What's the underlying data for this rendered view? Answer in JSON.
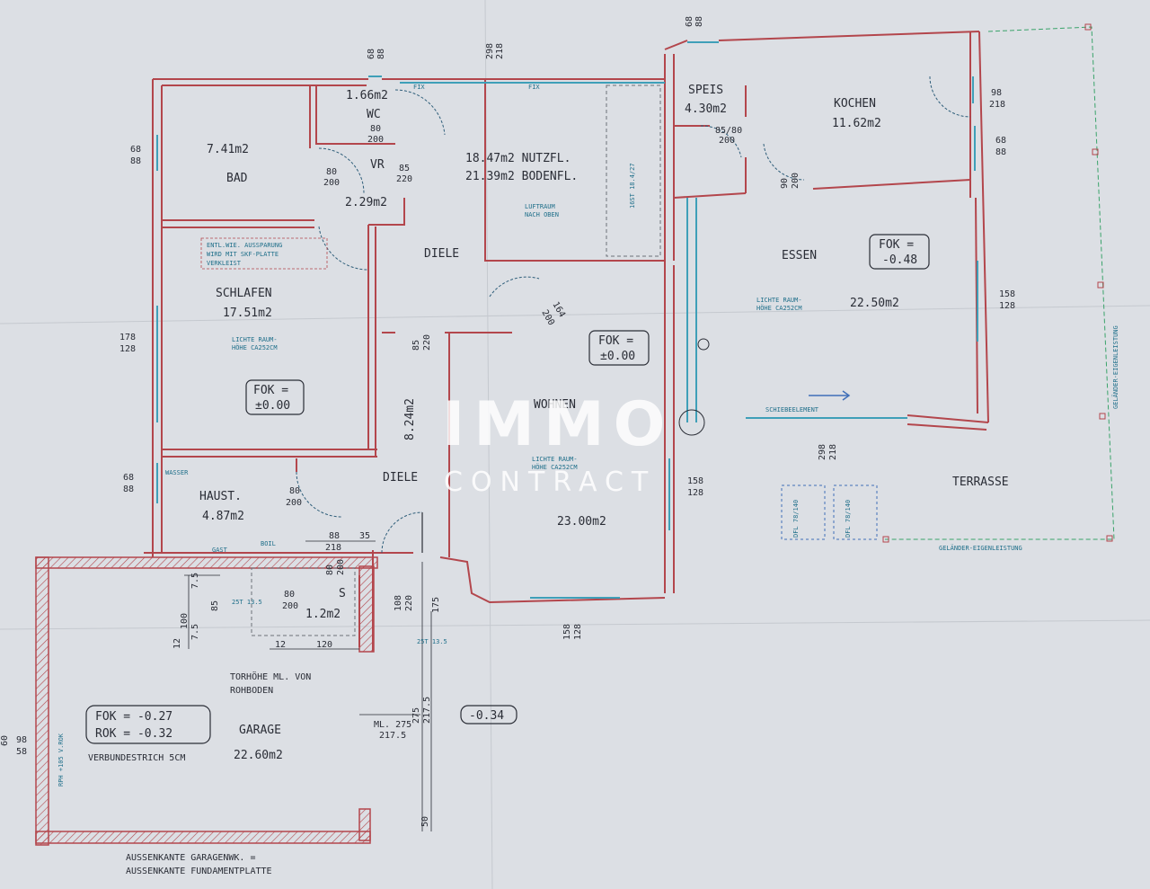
{
  "plan": {
    "rooms": {
      "wc": {
        "name": "WC",
        "area": "1.66m2"
      },
      "bad": {
        "name": "BAD",
        "area": "7.41m2"
      },
      "vr": {
        "name": "VR",
        "area": "2.29m2"
      },
      "nutzfl": "18.47m2 NUTZFL.",
      "bodenfl": "21.39m2 BODENFL.",
      "luftraum": [
        "LUFTRAUM",
        "NACH OBEN"
      ],
      "speis": {
        "name": "SPEIS",
        "area": "4.30m2"
      },
      "kochen": {
        "name": "KOCHEN",
        "area": "11.62m2"
      },
      "essen": {
        "name": "ESSEN",
        "area": "22.50m2"
      },
      "schlafen": {
        "name": "SCHLAFEN",
        "area": "17.51m2"
      },
      "diele_top": "DIELE",
      "diele_bottom": "DIELE",
      "diele_area": "8.24m2",
      "wohnen": {
        "name": "WOHNEN",
        "area": "23.00m2"
      },
      "haust": {
        "name": "HAUST.",
        "area": "4.87m2"
      },
      "s": {
        "name": "S",
        "area": "1.2m2"
      },
      "garage": {
        "name": "GARAGE",
        "area": "22.60m2"
      },
      "terrasse": "TERRASSE"
    },
    "fok_boxes": [
      {
        "line1": "FOK =",
        "line2": "-0.48"
      },
      {
        "line1": "FOK =",
        "line2": "±0.00"
      },
      {
        "line1": "FOK =",
        "line2": "±0.00"
      }
    ],
    "garage_box": {
      "line1": "FOK = -0.27",
      "line2": "ROK = -0.32"
    },
    "level_tag": "-0.34",
    "notes": {
      "entl": [
        "ENTL.WIE. AUSSPARUNG",
        "WIRD MIT SKF-PLATTE",
        "VERKLEIST"
      ],
      "lichte1": [
        "LICHTE RAUM-",
        "HÖHE CA252CM"
      ],
      "lichte2": [
        "LICHTE RAUM-",
        "HÖHE CA252CM"
      ],
      "lichte3": [
        "LICHTE RAUM-",
        "HÖHE CA252CM"
      ],
      "schiebe": "SCHIEBEELEMENT",
      "gelaender1": "GELÄNDER-EIGENLEISTUNG",
      "gelaender2": "GELÄNDER-EIGENLEISTUNG",
      "verbund": "VERBUNDESTRICH 5CM",
      "torhoehe": [
        "TORHÖHE ML. VON",
        "ROHBODEN"
      ],
      "aussenkante": [
        "AUSSENKANTE GARAGENWK. =",
        "AUSSENKANTE FUNDAMENTPLATTE"
      ],
      "rph": "RPH +105 V.ROK",
      "wasser": "WASSER",
      "boil": "BOIL",
      "gast": "GAST",
      "fix1": "FIX",
      "fix2": "FIX",
      "dfl1": "DFL 78/140",
      "dfl2": "DFL 78/140",
      "stb": "16ST 18.4/27"
    },
    "dims": {
      "d68_88_a": [
        "68",
        "88"
      ],
      "d68_88_b": [
        "68",
        "88"
      ],
      "d68_88_c": [
        "68",
        "88"
      ],
      "d68_88_d": [
        "68",
        "88"
      ],
      "d68_88_e": [
        "68",
        "88"
      ],
      "d298_218_top": [
        "298",
        "218"
      ],
      "d98_218": [
        "98",
        "218"
      ],
      "d178_128": [
        "178",
        "128"
      ],
      "d158_128_r": [
        "158",
        "128"
      ],
      "d158_128_m": [
        "158",
        "128"
      ],
      "d158_128_b": [
        "158",
        "128"
      ],
      "d298_218_b": [
        "298",
        "218"
      ],
      "d80_200_wc": [
        "80",
        "200"
      ],
      "d80_200_bad": [
        "80",
        "200"
      ],
      "d85_220": [
        "85",
        "220"
      ],
      "d85_220_b": [
        "85",
        "220"
      ],
      "d85_80": [
        "85/80",
        "200"
      ],
      "d90_200": [
        "90",
        "200"
      ],
      "d80_200_h": [
        "80",
        "200"
      ],
      "d80_200_s": [
        "80",
        "200"
      ],
      "d80_200_s2": [
        "80",
        "200"
      ],
      "d164_200": [
        "164",
        "200"
      ],
      "d88_218": [
        "88",
        "218"
      ],
      "d35": "35",
      "d108_220": [
        "108",
        "220"
      ],
      "d175": "175",
      "d275_217": [
        "275",
        "217.5"
      ],
      "ml": [
        "ML. 275",
        "217.5"
      ],
      "d120": "120",
      "d12a": "12",
      "d12b": "12",
      "d100": "100",
      "d7_5a": "7.5",
      "d7_5b": "7.5",
      "d85": "85",
      "d50": "50",
      "d98_58": [
        "98",
        "58"
      ],
      "d60": "60",
      "stair1": "25T 13.5",
      "stair2": "25T 13.5"
    }
  },
  "watermark": {
    "top": "IMMO",
    "bottom": "CONTRACT"
  }
}
